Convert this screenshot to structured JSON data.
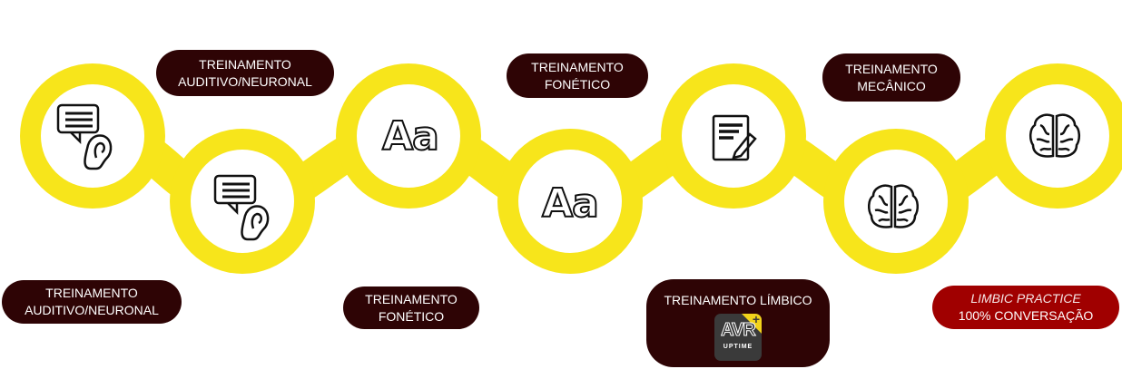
{
  "colors": {
    "track": "#f7e51b",
    "label_bg": "#2e0405",
    "highlight_bg": "#a00000"
  },
  "steps": [
    {
      "icon": "chat-ear-icon"
    },
    {
      "icon": "chat-ear-icon"
    },
    {
      "icon": "font-aa-icon",
      "text": "Aa"
    },
    {
      "icon": "font-aa-icon",
      "text": "Aa"
    },
    {
      "icon": "document-pencil-icon"
    },
    {
      "icon": "brain-icon"
    },
    {
      "icon": "brain-icon"
    }
  ],
  "labels": [
    {
      "line1": "TREINAMENTO",
      "line2": "AUDITIVO/NEURONAL"
    },
    {
      "line1": "TREINAMENTO",
      "line2": "AUDITIVO/NEURONAL"
    },
    {
      "line1": "TREINAMENTO",
      "line2": "FONÉTICO"
    },
    {
      "line1": "TREINAMENTO",
      "line2": "FONÉTICO"
    },
    {
      "line1": "TREINAMENTO",
      "line2": "MECÂNICO"
    },
    {
      "line1": "TREINAMENTO LÍMBICO",
      "logo_text": "AVR",
      "logo_sub": "UPTIME",
      "logo_plus": "+"
    },
    {
      "line1": "LIMBIC PRACTICE",
      "line2": "100% CONVERSAÇÃO"
    }
  ]
}
